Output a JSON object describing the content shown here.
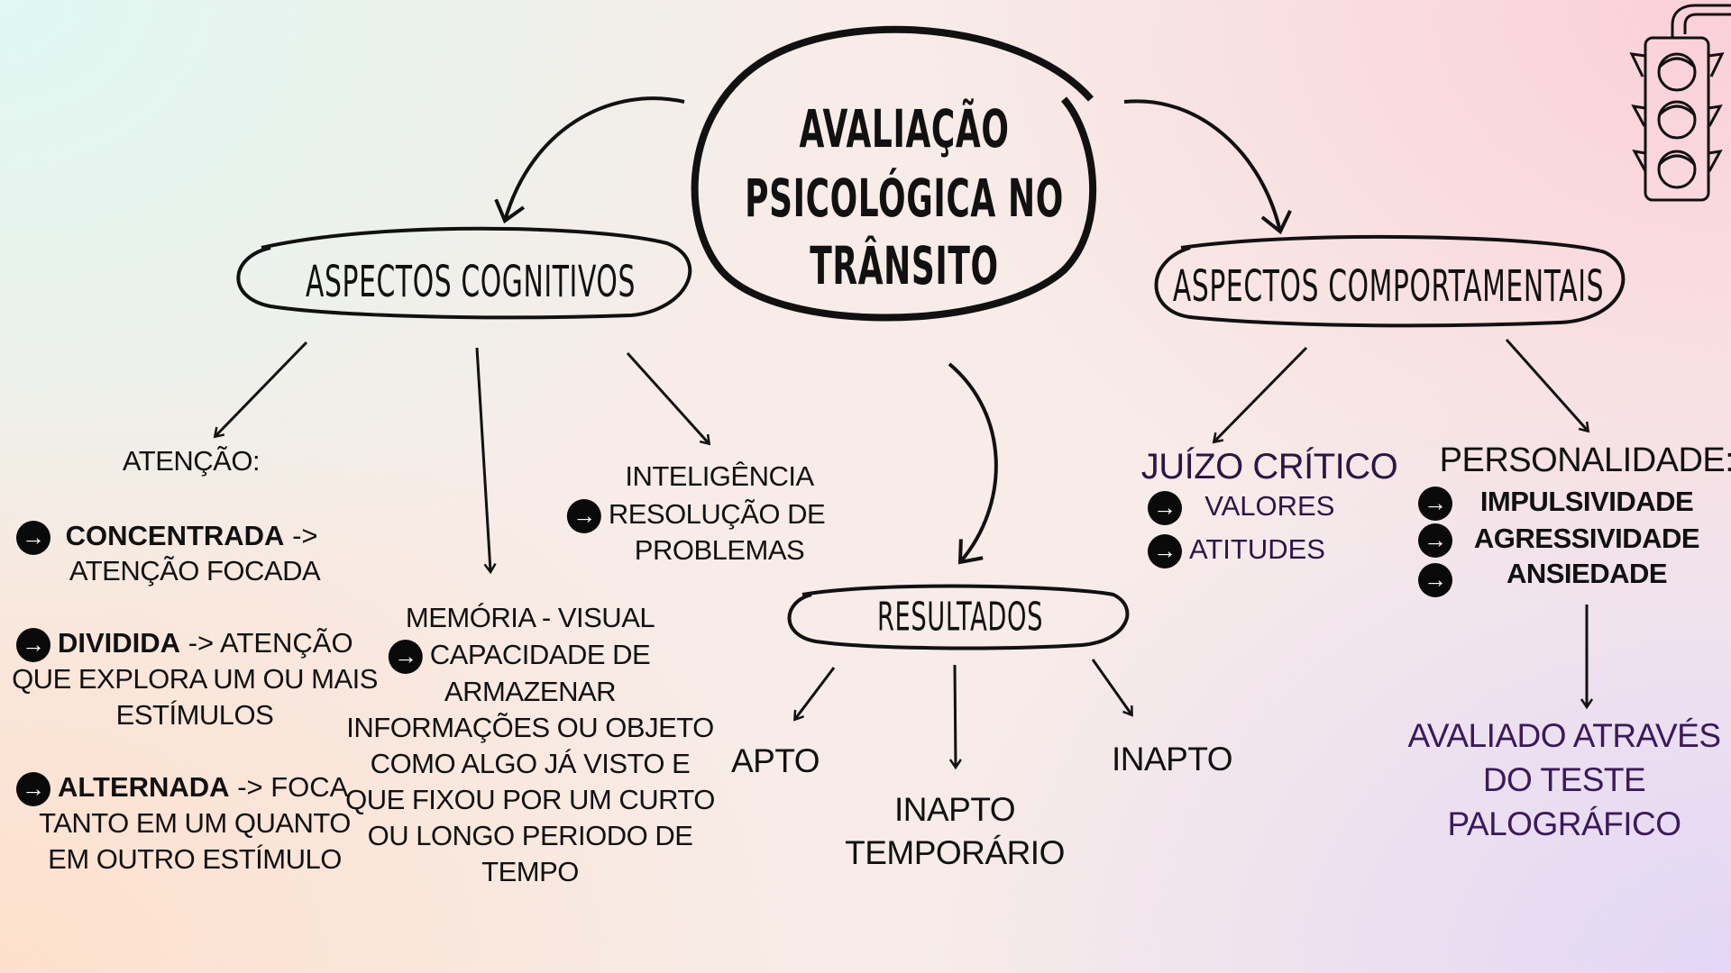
{
  "title": [
    "AVALIAÇÃO",
    "PSICOLÓGICA NO",
    "TRÂNSITO"
  ],
  "cognitive": {
    "label": "ASPECTOS COGNITIVOS",
    "attention": {
      "heading": "ATENÇÃO:",
      "items": [
        {
          "bold": "CONCENTRADA",
          "rest": " ->",
          "line2": "ATENÇÃO FOCADA"
        },
        {
          "bold": "DIVIDIDA",
          "rest": " -> ATENÇÃO",
          "line2": "QUE EXPLORA UM OU MAIS",
          "line3": "ESTÍMULOS"
        },
        {
          "bold": "ALTERNADA",
          "rest": " -> FOCA",
          "line2": "TANTO EM UM QUANTO",
          "line3": "EM OUTRO ESTÍMULO"
        }
      ]
    },
    "memory": {
      "heading": "MEMÓRIA - VISUAL",
      "first": "CAPACIDADE DE",
      "lines": [
        "ARMAZENAR",
        "INFORMAÇÕES OU OBJETO",
        "COMO ALGO JÁ VISTO E",
        "QUE FIXOU POR UM CURTO",
        "OU LONGO PERIODO DE",
        "TEMPO"
      ]
    },
    "intelligence": {
      "heading": "INTELIGÊNCIA",
      "first": "RESOLUÇÃO DE",
      "line2": "PROBLEMAS"
    }
  },
  "behavioral": {
    "label": "ASPECTOS COMPORTAMENTAIS",
    "judgment": {
      "heading": "JUÍZO CRÍTICO",
      "items": [
        "VALORES",
        "ATITUDES"
      ]
    },
    "personality": {
      "heading": "PERSONALIDADE:",
      "items": [
        "IMPULSIVIDADE",
        "AGRESSIVIDADE",
        "ANSIEDADE"
      ]
    },
    "evaluated": [
      "AVALIADO ATRAVÉS",
      "DO TESTE",
      "PALOGRÁFICO"
    ]
  },
  "results": {
    "label": "RESULTADOS",
    "apto": "APTO",
    "inapto": "INAPTO",
    "temp": [
      "INAPTO",
      "TEMPORÁRIO"
    ]
  },
  "icons": {
    "arrow": "→",
    "traffic": "traffic-light-icon"
  }
}
